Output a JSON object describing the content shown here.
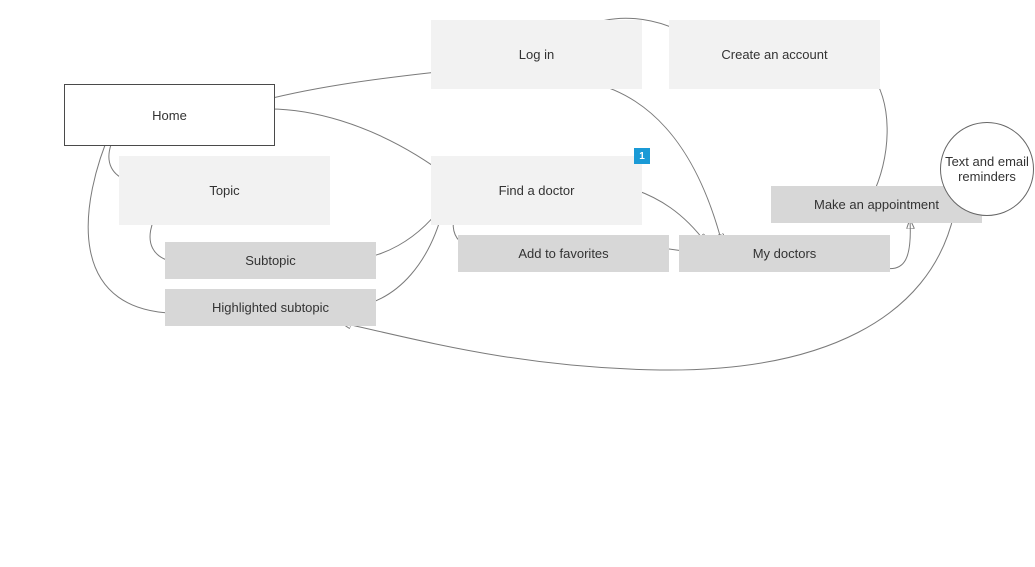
{
  "diagram": {
    "nodes": {
      "home": "Home",
      "login": "Log in",
      "create_account": "Create an account",
      "topic": "Topic",
      "find_doctor": "Find a doctor",
      "subtopic": "Subtopic",
      "highlighted_subtopic": "Highlighted subtopic",
      "add_favorites": "Add to favorites",
      "my_doctors": "My doctors",
      "make_appointment": "Make an appointment",
      "reminders": "Text and email reminders"
    },
    "badge": "1",
    "colors": {
      "light_node": "#f2f2f2",
      "mid_node": "#d7d7d7",
      "edge": "#7a7a7a",
      "badge": "#1a9ad6"
    }
  }
}
